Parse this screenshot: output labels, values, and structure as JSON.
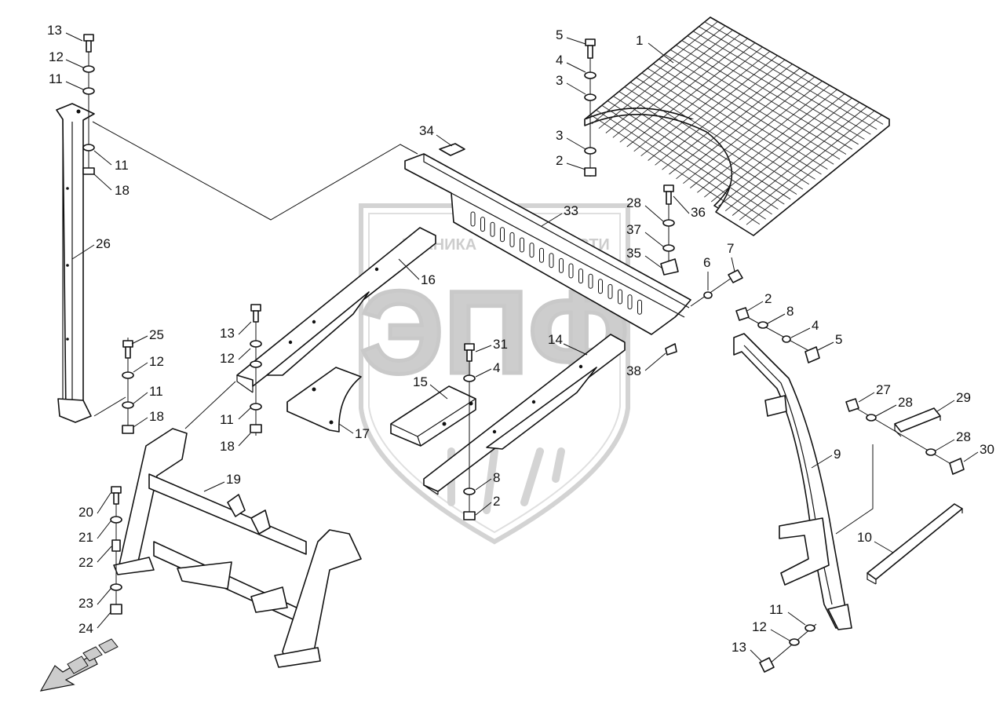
{
  "watermark": {
    "logo_text": "ЭПФ",
    "tagline_left": "ТЕХНИКА",
    "tagline_right": "ЗАПЧАСТИ"
  },
  "callouts": [
    {
      "id": "c1",
      "text": "1"
    },
    {
      "id": "c2a",
      "text": "2"
    },
    {
      "id": "c2b",
      "text": "2"
    },
    {
      "id": "c2c",
      "text": "2"
    },
    {
      "id": "c3a",
      "text": "3"
    },
    {
      "id": "c3b",
      "text": "3"
    },
    {
      "id": "c4a",
      "text": "4"
    },
    {
      "id": "c4b",
      "text": "4"
    },
    {
      "id": "c4c",
      "text": "4"
    },
    {
      "id": "c5a",
      "text": "5"
    },
    {
      "id": "c5b",
      "text": "5"
    },
    {
      "id": "c6",
      "text": "6"
    },
    {
      "id": "c7",
      "text": "7"
    },
    {
      "id": "c8a",
      "text": "8"
    },
    {
      "id": "c8b",
      "text": "8"
    },
    {
      "id": "c9",
      "text": "9"
    },
    {
      "id": "c10",
      "text": "10"
    },
    {
      "id": "c11a",
      "text": "11"
    },
    {
      "id": "c11b",
      "text": "11"
    },
    {
      "id": "c11c",
      "text": "11"
    },
    {
      "id": "c11d",
      "text": "11"
    },
    {
      "id": "c11e",
      "text": "11"
    },
    {
      "id": "c12a",
      "text": "12"
    },
    {
      "id": "c12b",
      "text": "12"
    },
    {
      "id": "c12c",
      "text": "12"
    },
    {
      "id": "c12d",
      "text": "12"
    },
    {
      "id": "c13a",
      "text": "13"
    },
    {
      "id": "c13b",
      "text": "13"
    },
    {
      "id": "c13c",
      "text": "13"
    },
    {
      "id": "c14",
      "text": "14"
    },
    {
      "id": "c15",
      "text": "15"
    },
    {
      "id": "c16",
      "text": "16"
    },
    {
      "id": "c17",
      "text": "17"
    },
    {
      "id": "c18a",
      "text": "18"
    },
    {
      "id": "c18b",
      "text": "18"
    },
    {
      "id": "c18c",
      "text": "18"
    },
    {
      "id": "c19",
      "text": "19"
    },
    {
      "id": "c20",
      "text": "20"
    },
    {
      "id": "c21",
      "text": "21"
    },
    {
      "id": "c22",
      "text": "22"
    },
    {
      "id": "c23",
      "text": "23"
    },
    {
      "id": "c24",
      "text": "24"
    },
    {
      "id": "c25",
      "text": "25"
    },
    {
      "id": "c26",
      "text": "26"
    },
    {
      "id": "c27",
      "text": "27"
    },
    {
      "id": "c28a",
      "text": "28"
    },
    {
      "id": "c28b",
      "text": "28"
    },
    {
      "id": "c28c",
      "text": "28"
    },
    {
      "id": "c29",
      "text": "29"
    },
    {
      "id": "c30",
      "text": "30"
    },
    {
      "id": "c31",
      "text": "31"
    },
    {
      "id": "c33",
      "text": "33"
    },
    {
      "id": "c34",
      "text": "34"
    },
    {
      "id": "c35",
      "text": "35"
    },
    {
      "id": "c36",
      "text": "36"
    },
    {
      "id": "c37",
      "text": "37"
    },
    {
      "id": "c38",
      "text": "38"
    }
  ]
}
